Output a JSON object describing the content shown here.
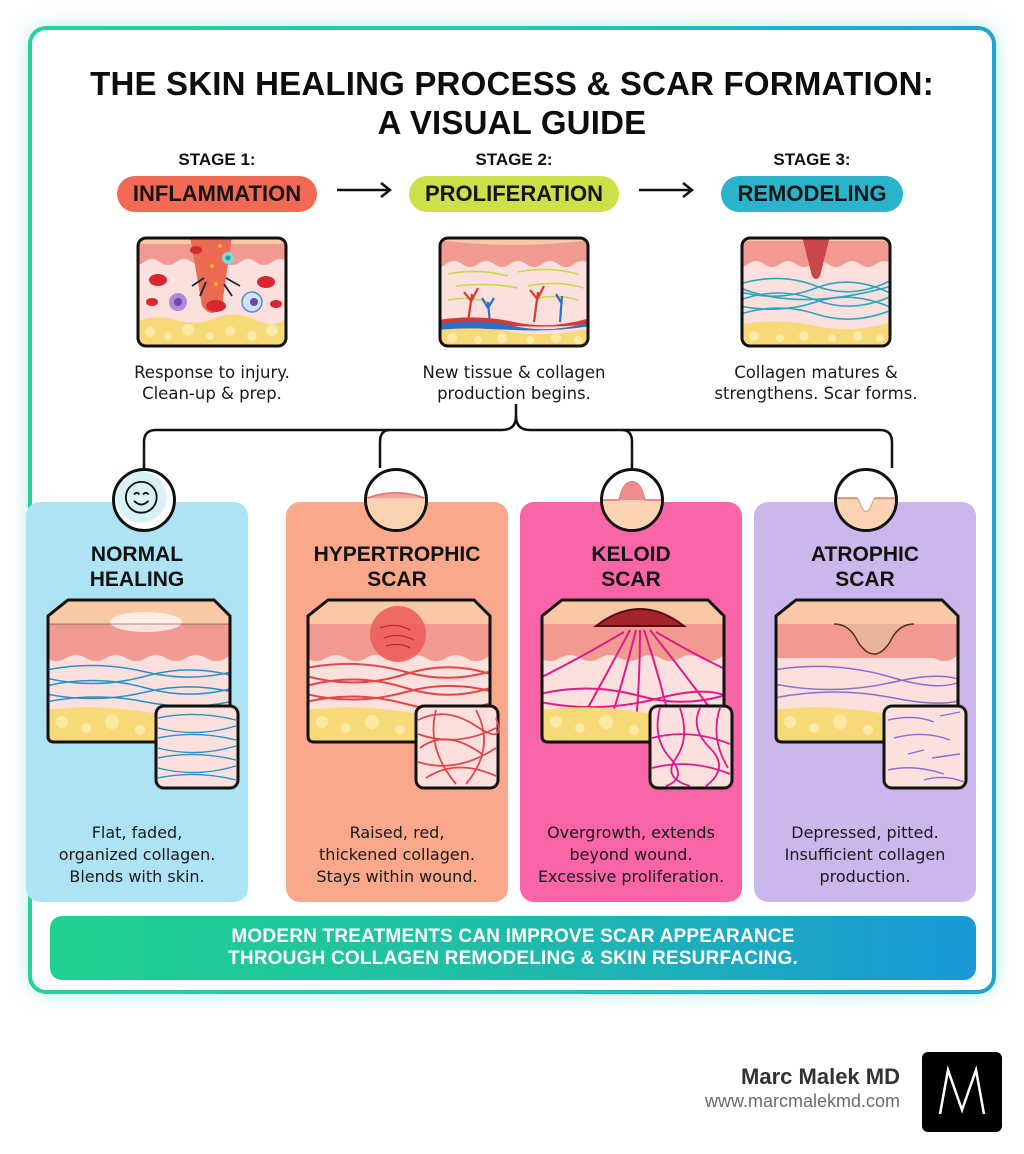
{
  "title": {
    "line1": "THE SKIN HEALING PROCESS & SCAR FORMATION:",
    "line2": "A VISUAL GUIDE"
  },
  "stages": [
    {
      "label": "STAGE 1:",
      "name": "INFLAMMATION",
      "color": "#f26a55",
      "desc_line1": "Response to injury.",
      "desc_line2": "Clean-up & prep.",
      "icon": "inflammation-skin-cross-section-icon"
    },
    {
      "label": "STAGE 2:",
      "name": "PROLIFERATION",
      "color": "#cde04a",
      "desc_line1": "New tissue & collagen",
      "desc_line2": "production begins.",
      "icon": "proliferation-skin-cross-section-icon"
    },
    {
      "label": "STAGE 3:",
      "name": "REMODELING",
      "color": "#2bb3cc",
      "desc_line1": "Collagen matures &",
      "desc_line2": "strengthens. Scar forms.",
      "icon": "remodeling-skin-cross-section-icon"
    }
  ],
  "outcomes": [
    {
      "title_line1": "NORMAL",
      "title_line2": "HEALING",
      "bg": "#aee3f5",
      "fiber": "#2b8fc4",
      "desc": [
        "Flat, faded,",
        "organized collagen.",
        "Blends with skin."
      ],
      "icon": "smiley-face-icon"
    },
    {
      "title_line1": "HYPERTROPHIC",
      "title_line2": "SCAR",
      "bg": "#f9a88c",
      "fiber": "#e0474a",
      "desc": [
        "Raised, red,",
        "thickened collagen.",
        "Stays within wound."
      ],
      "icon": "raised-scar-icon"
    },
    {
      "title_line1": "KELOID",
      "title_line2": "SCAR",
      "bg": "#f965a6",
      "fiber": "#e01a8a",
      "desc": [
        "Overgrowth, extends",
        "beyond wound.",
        "Excessive proliferation."
      ],
      "icon": "keloid-bump-icon"
    },
    {
      "title_line1": "ATROPHIC",
      "title_line2": "SCAR",
      "bg": "#cbb7ec",
      "fiber": "#8a6fd0",
      "desc": [
        "Depressed, pitted.",
        "Insufficient collagen",
        "production."
      ],
      "icon": "depressed-scar-icon"
    }
  ],
  "banner": {
    "line1": "MODERN TREATMENTS CAN IMPROVE SCAR APPEARANCE",
    "line2": "THROUGH COLLAGEN REMODELING & SKIN RESURFACING."
  },
  "brand": {
    "name": "Marc Malek MD",
    "url": "www.marcmalekmd.com",
    "logo_letter": "M"
  },
  "colors": {
    "frame_start": "#27d19a",
    "frame_end": "#1ea2d8",
    "skin_epidermis": "#f8c9a4",
    "skin_dermis_top": "#f19a92",
    "skin_dermis": "#fbe0dd",
    "fat": "#f7d977"
  }
}
